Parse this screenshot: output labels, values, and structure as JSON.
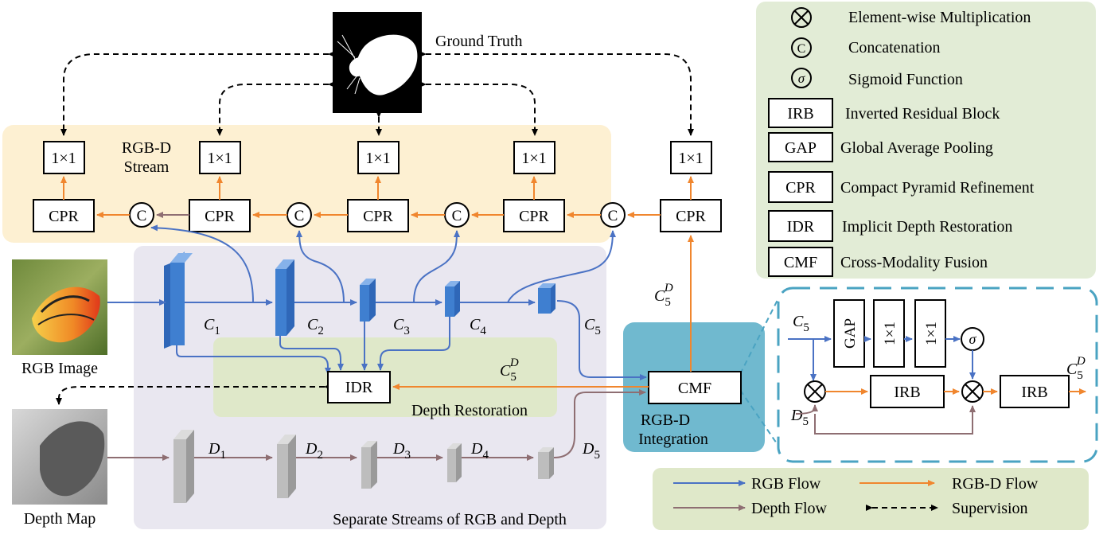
{
  "ground_truth": "Ground Truth",
  "rgbd_stream": [
    "RGB-D",
    "Stream"
  ],
  "conv_label": "1×1",
  "cpr_label": "CPR",
  "concat_symbol": "C",
  "idr_label": "IDR",
  "cmf_label": "CMF",
  "gap_label": "GAP",
  "irb_label": "IRB",
  "sigma_symbol": "σ",
  "rgb_image": "RGB Image",
  "depth_map": "Depth Map",
  "depth_restoration": "Depth Restoration",
  "separate_streams": "Separate Streams of RGB and Depth",
  "integration": [
    "RGB-D",
    "Integration"
  ],
  "feature_c": [
    "C",
    "1",
    "2",
    "3",
    "4",
    "5"
  ],
  "feature_d": [
    "D",
    "1",
    "2",
    "3",
    "4",
    "5"
  ],
  "fused_feature": {
    "base": "C",
    "sub": "5",
    "sup": "D"
  },
  "legend": [
    {
      "symbol": "⊗",
      "text": "Element-wise Multiplication"
    },
    {
      "symbol": "C",
      "text": "Concatenation"
    },
    {
      "symbol": "σ",
      "text": "Sigmoid Function"
    },
    {
      "symbol": "IRB",
      "text": "Inverted Residual Block"
    },
    {
      "symbol": "GAP",
      "text": "Global Average Pooling"
    },
    {
      "symbol": "CPR",
      "text": "Compact Pyramid Refinement"
    },
    {
      "symbol": "IDR",
      "text": "Implicit Depth Restoration"
    },
    {
      "symbol": "CMF",
      "text": "Cross-Modality Fusion"
    }
  ],
  "flow_legend": {
    "rgb": "RGB Flow",
    "rgbd": "RGB-D Flow",
    "depth": "Depth Flow",
    "supervision": "Supervision"
  },
  "colors": {
    "rgb_flow": "#4a72c4",
    "rgbd_flow": "#f0862e",
    "depth_flow": "#8e6e72",
    "stream_bg": "#fdf0d2",
    "restoration_bg": "#dfe8c9",
    "separate_bg": "#e9e7f0",
    "integration_bg": "#70b9cf",
    "legend_bg": "#e2ecd6"
  }
}
